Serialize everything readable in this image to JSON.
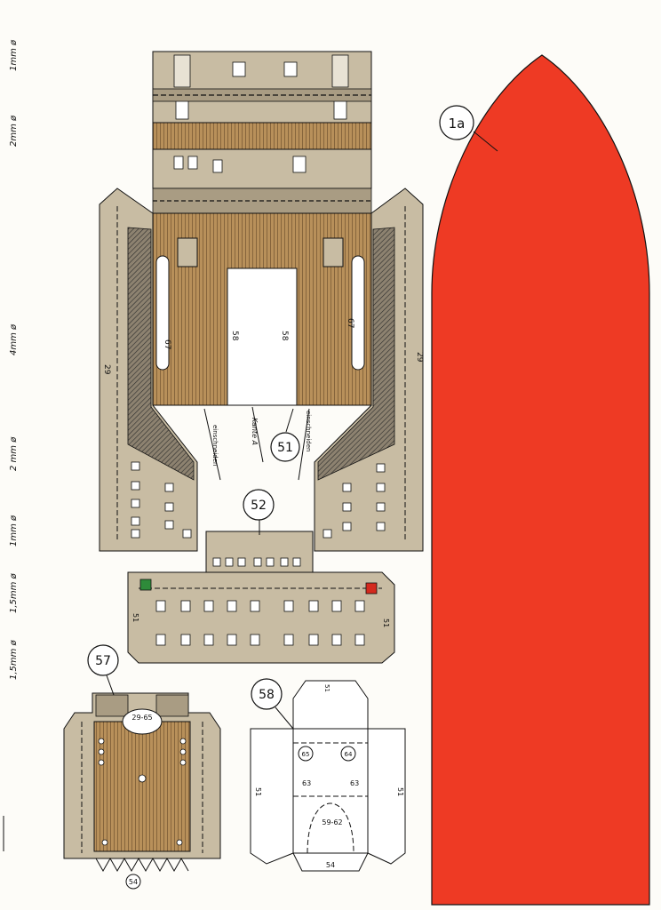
{
  "colors": {
    "paper": "#fdfcf8",
    "tan": "#c8bca3",
    "tan_dark": "#a99c83",
    "deck_wood": "#b8905a",
    "deck_line": "#7a5a34",
    "hull_red": "#ee3a24",
    "white": "#ffffff",
    "ink": "#111111",
    "starboard_green": "#2e8b3a",
    "port_red": "#d42a1e"
  },
  "margin_marks": [
    "1mm ø",
    "2mm ø",
    "4mm ø",
    "2 mm ø",
    "1mm ø",
    "1,5mm ø",
    "1,5mm ø"
  ],
  "part_numbers": {
    "hull": "1a",
    "p51": "51",
    "p52": "52",
    "p57": "57",
    "p58": "58"
  },
  "annotations": {
    "einschneiden_left": "einschneiden",
    "einschneiden_right": "einschneiden",
    "kante_a": "Kante A",
    "n29_left": "29",
    "n29_right": "29",
    "n58_left": "58",
    "n58_right": "58",
    "n67_left": "67",
    "n67_right": "67",
    "n51_left": "51",
    "n51_right": "51",
    "p57_range": "29-65",
    "p57_bottom": "54",
    "p58_65": "65",
    "p58_64": "64",
    "p58_63_left": "63",
    "p58_63_right": "63",
    "p58_range": "59-62",
    "p58_54": "54",
    "p58_51_left": "51",
    "p58_51_right": "51",
    "p58_51_top": "51"
  }
}
